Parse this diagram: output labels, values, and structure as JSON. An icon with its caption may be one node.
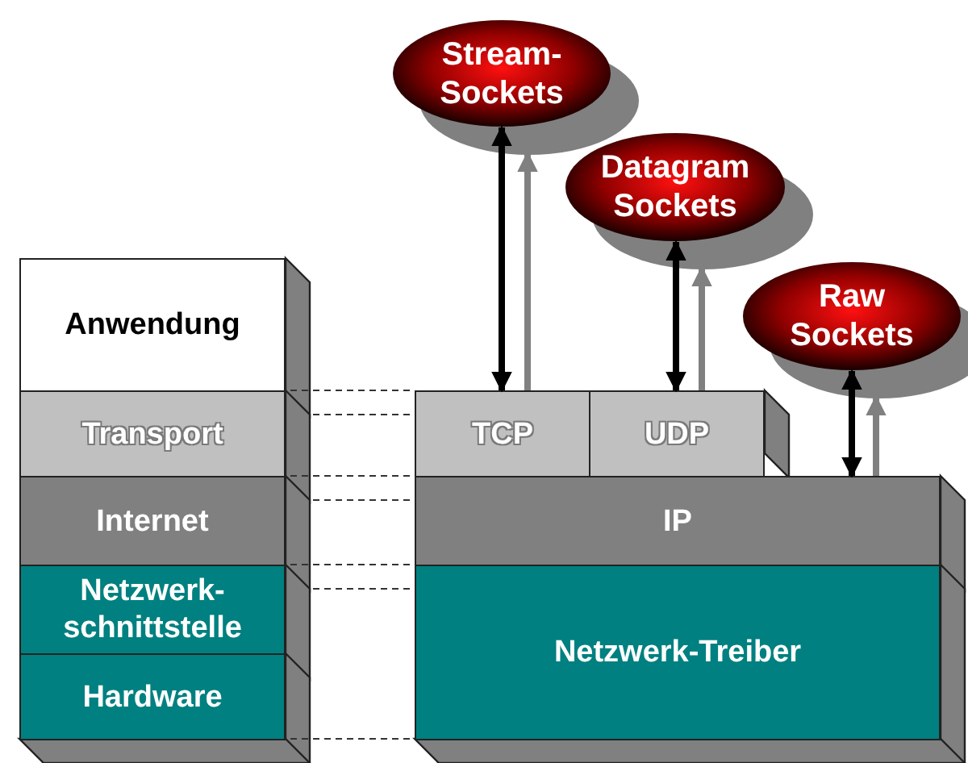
{
  "diagram": {
    "nodes": [
      {
        "text": [
          "Anwendung"
        ]
      },
      {
        "text": [
          "Transport"
        ]
      },
      {
        "text": [
          "Internet"
        ]
      },
      {
        "text": [
          "Netzwerk-schnittstelle"
        ]
      },
      {
        "text": [
          "Hardware"
        ]
      },
      {
        "text": [
          "TCP"
        ]
      },
      {
        "text": [
          "UDP"
        ]
      },
      {
        "text": [
          "IP"
        ]
      },
      {
        "text": [
          "Netzwerk-Treiber"
        ]
      },
      {
        "text": [
          "Stream-Sockets"
        ]
      },
      {
        "text": [
          "Datagram Sockets"
        ]
      },
      {
        "text": [
          "Raw Sockets"
        ]
      }
    ],
    "edges": [
      {
        "from": 9,
        "to": 5,
        "arrow": "both",
        "color": "#000000"
      },
      {
        "from": 5,
        "to": 9,
        "arrow": "to",
        "color": "#808080"
      },
      {
        "from": 10,
        "to": 6,
        "arrow": "both",
        "color": "#000000"
      },
      {
        "from": 6,
        "to": 10,
        "arrow": "to",
        "color": "#808080"
      },
      {
        "from": 11,
        "to": 7,
        "arrow": "both",
        "color": "#000000"
      },
      {
        "from": 7,
        "to": 11,
        "arrow": "to",
        "color": "#808080"
      }
    ]
  }
}
